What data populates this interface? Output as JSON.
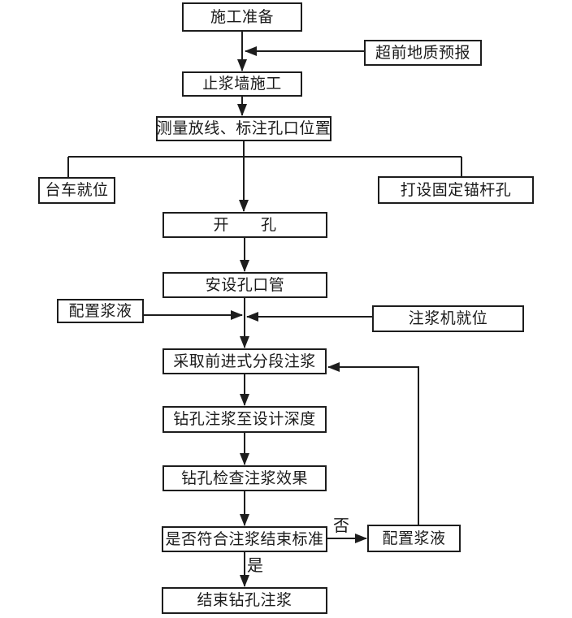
{
  "colors": {
    "background": "#ffffff",
    "line": "#1d1d1d",
    "text": "#1a1a1a"
  },
  "nodes": {
    "prep": "施工准备",
    "forecast": "超前地质预报",
    "stop_wall": "止浆墙施工",
    "survey": "测量放线、标注孔口位置",
    "trolley": "台车就位",
    "anchor_holes": "打设固定锚杆孔",
    "open_hole": "开　　孔",
    "orifice_pipe": "安设孔口管",
    "prepare_grout_left": "配置浆液",
    "grout_machine": "注浆机就位",
    "segment_grouting": "采取前进式分段注浆",
    "drill_to_depth": "钻孔注浆至设计深度",
    "check_effect": "钻孔检查注浆效果",
    "decision": "是否符合注浆结束标准",
    "prepare_grout_right": "配置浆液",
    "end": "结束钻孔注浆"
  },
  "edge_labels": {
    "no": "否",
    "yes": "是"
  }
}
